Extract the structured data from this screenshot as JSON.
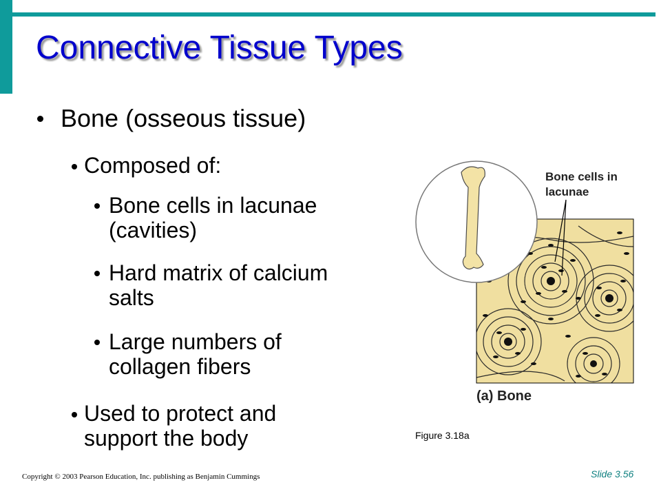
{
  "slide": {
    "title": "Connective Tissue Types",
    "bullets": {
      "b1": "Bone (osseous tissue)",
      "b2": "Composed of:",
      "b3_line1": "Bone cells in lacunae",
      "b3_line2": "(cavities)",
      "b4_line1": "Hard matrix of calcium",
      "b4_line2": "salts",
      "b5_line1": "Large numbers of",
      "b5_line2": "collagen fibers",
      "b6_line1": "Used to protect and",
      "b6_line2": "support the body"
    },
    "figure": {
      "label_line1": "Bone cells in",
      "label_line2": "lacunae",
      "panel_label": "(a) Bone",
      "caption": "Figure 3.18a"
    },
    "footer": {
      "copyright": "Copyright © 2003 Pearson Education, Inc. publishing as Benjamin Cummings",
      "slide_number": "Slide 3.56"
    },
    "colors": {
      "accent": "#0f9b9b",
      "title": "#0000cc",
      "bone_tissue": "#f0dfa0"
    }
  }
}
